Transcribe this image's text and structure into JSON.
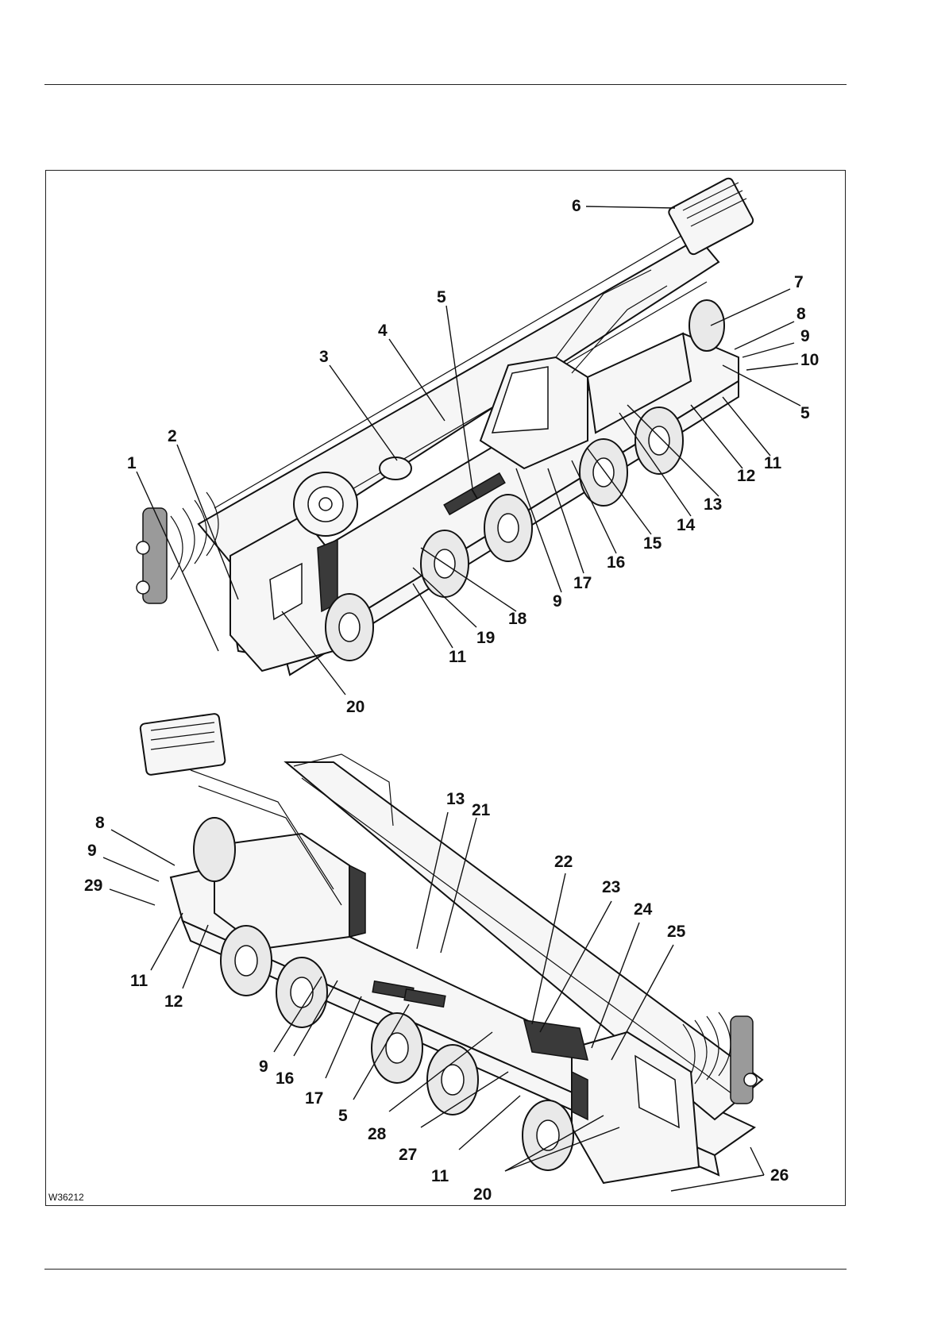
{
  "figure": {
    "reference": "W36212",
    "callouts_top": [
      "1",
      "2",
      "3",
      "4",
      "5",
      "6",
      "7",
      "8",
      "9",
      "10",
      "5",
      "11",
      "12",
      "13",
      "14",
      "15",
      "16",
      "17",
      "9",
      "18",
      "19",
      "11",
      "20"
    ],
    "callouts_bottom": [
      "8",
      "9",
      "29",
      "11",
      "12",
      "13",
      "21",
      "22",
      "23",
      "24",
      "25",
      "9",
      "16",
      "17",
      "5",
      "28",
      "27",
      "11",
      "20",
      "26"
    ]
  }
}
